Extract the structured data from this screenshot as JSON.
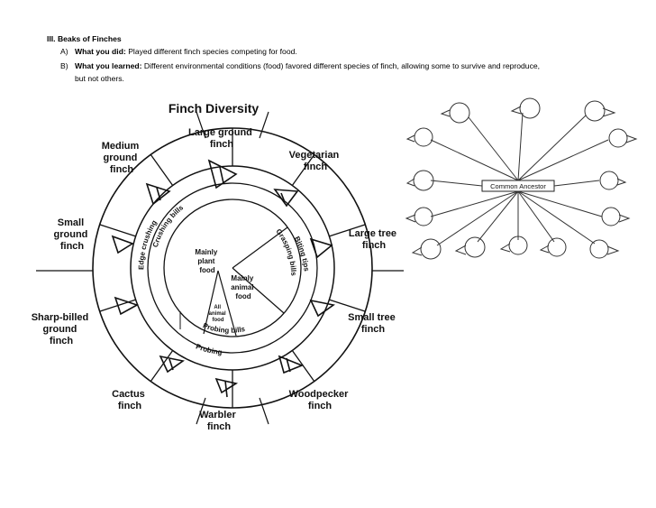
{
  "section": {
    "heading": "III.  Beaks of Finches",
    "item_a": {
      "marker": "A)",
      "label": "What you did:",
      "text": "Played different finch species competing for food."
    },
    "item_b": {
      "marker": "B)",
      "label": "What you learned:",
      "text": "Different environmental conditions (food) favored different species of finch, allowing some to survive and reproduce,",
      "continuation": "but not others."
    }
  },
  "diagram": {
    "title": "Finch Diversity",
    "species": {
      "large_ground": [
        "Large ground",
        "finch"
      ],
      "vegetarian": [
        "Vegetarian",
        "finch"
      ],
      "large_tree": [
        "Large tree",
        "finch"
      ],
      "small_tree": [
        "Small tree",
        "finch"
      ],
      "woodpecker": [
        "Woodpecker",
        "finch"
      ],
      "warbler": [
        "Warbler",
        "finch"
      ],
      "cactus": [
        "Cactus",
        "finch"
      ],
      "sharp_billed": [
        "Sharp-billed",
        "ground",
        "finch"
      ],
      "small_ground": [
        "Small",
        "ground",
        "finch"
      ],
      "medium_ground": [
        "Medium",
        "ground",
        "finch"
      ]
    },
    "beak_types": {
      "crushing": "Crushing bills",
      "grasping": "Grasping bills",
      "biting": "Biting tips",
      "probing_bills": "Probing bills",
      "probing": "Probing",
      "edge_crushing": "Edge crushing"
    },
    "food": {
      "plant": [
        "Mainly",
        "plant",
        "food"
      ],
      "animal": [
        "Mainly",
        "animal",
        "food"
      ],
      "all": [
        "All",
        "animal",
        "food"
      ]
    }
  },
  "ancestor": {
    "label": "Common Ancestor"
  }
}
